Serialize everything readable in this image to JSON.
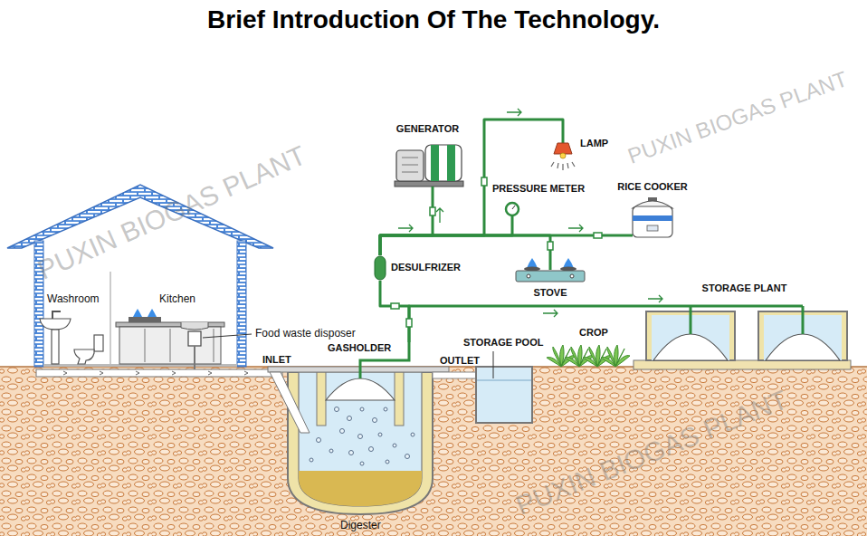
{
  "diagram": {
    "title": "Brief Introduction Of The Technology.",
    "nodes": [
      {
        "text": [
          "GENERATOR"
        ]
      },
      {
        "text": [
          "LAMP"
        ]
      },
      {
        "text": [
          "PRESSURE METER"
        ]
      },
      {
        "text": [
          "RICE COOKER"
        ]
      },
      {
        "text": [
          "DESULFRIZER"
        ]
      },
      {
        "text": [
          "STOVE"
        ]
      },
      {
        "text": [
          "STORAGE PLANT"
        ]
      },
      {
        "text": [
          "GASHOLDER"
        ]
      }
    ],
    "edges": [
      {
        "from": 7,
        "to": 6,
        "arrow": "none"
      },
      {
        "from": 7,
        "to": 4,
        "arrow": "none"
      },
      {
        "from": 4,
        "to": 0,
        "arrow": "none"
      },
      {
        "from": 4,
        "to": 1,
        "arrow": "none"
      },
      {
        "from": 4,
        "to": 2,
        "arrow": "none"
      },
      {
        "from": 4,
        "to": 5,
        "arrow": "none"
      },
      {
        "from": 4,
        "to": 3,
        "arrow": "none"
      }
    ],
    "labels": [
      "PUXIN BIOGAS PLANT",
      "PUXIN BIOGAS PLANT",
      "PUXIN BIOGAS PLANT",
      "Washroom",
      "Kitchen",
      "Food waste disposer",
      "INLET",
      "OUTLET",
      "STORAGE POOL",
      "CROP",
      "Digester"
    ]
  }
}
